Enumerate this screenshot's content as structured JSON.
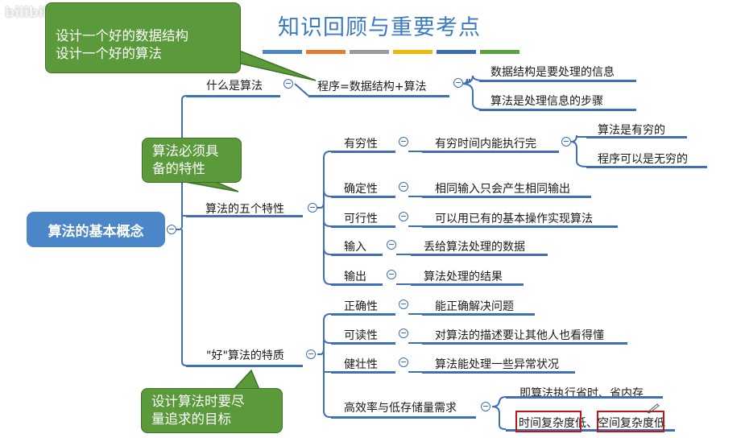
{
  "title": "知识回顾与重要考点",
  "watermark": "bilibili",
  "stripe_colors": [
    "#4a86c8",
    "#e9792f",
    "#9a9a9a",
    "#f2b705",
    "#3a6db3",
    "#5aa23a"
  ],
  "root": {
    "label": "算法的基本概念"
  },
  "branches": {
    "what": "什么是算法",
    "program": "程序=数据结构+算法",
    "program_children": [
      "数据结构是要处理的信息",
      "算法是处理信息的步骤"
    ],
    "five": "算法的五个特性",
    "five_items": [
      {
        "name": "有穷性",
        "desc": "有穷时间内能执行完"
      },
      {
        "name": "确定性",
        "desc": "相同输入只会产生相同输出"
      },
      {
        "name": "可行性",
        "desc": "可以用已有的基本操作实现算法"
      },
      {
        "name": "输入",
        "desc": "丢给算法处理的数据"
      },
      {
        "name": "输出",
        "desc": "算法处理的结果"
      }
    ],
    "finite_children": [
      "算法是有穷的",
      "程序可以是无穷的"
    ],
    "good": "\"好\"算法的特质",
    "good_items": [
      {
        "name": "正确性",
        "desc": "能正确解决问题"
      },
      {
        "name": "可读性",
        "desc": "对算法的描述要让其他人也看得懂"
      },
      {
        "name": "健壮性",
        "desc": "算法能处理一些异常状况"
      }
    ],
    "efficiency": "高效率与低存储量需求",
    "efficiency_line1": "即算法执行省时、省内存",
    "efficiency_line2": {
      "time": "时间复杂度",
      "low1": "低、",
      "space": "空间复杂度",
      "low2": "低"
    }
  },
  "callouts": {
    "top": [
      "设计一个好的数据结构",
      "设计一个好的算法"
    ],
    "middle": [
      "算法必须具",
      "备的特性"
    ],
    "bottom": [
      "设计算法时要尽",
      "量追求的目标"
    ]
  },
  "colors": {
    "accent": "#3f6fb6",
    "callout": "#5b9a3b",
    "root": "#4a86c8",
    "highlight": "#c0151a"
  }
}
